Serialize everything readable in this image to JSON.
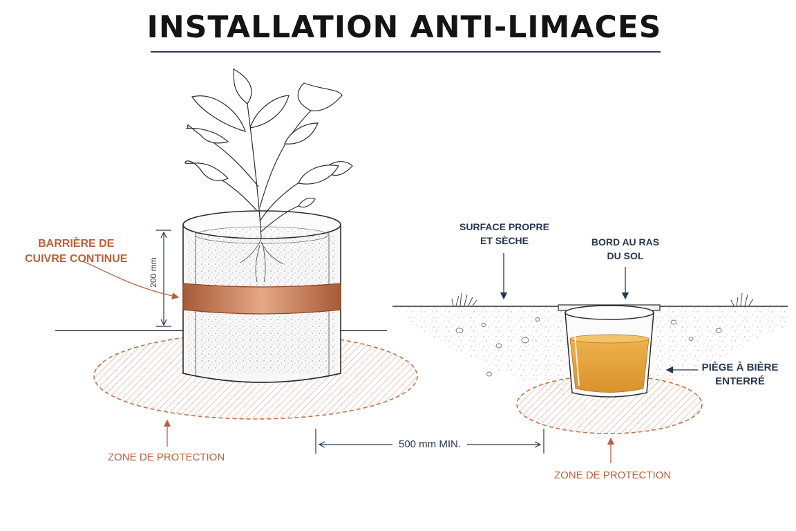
{
  "title": "INSTALLATION ANTI-LIMACES",
  "colors": {
    "copper": "#c0704a",
    "copper_dark": "#a75a36",
    "label_copper": "#b8603a",
    "label_navy": "#26364f",
    "beer": "#e3a23a",
    "line": "#2a2a2a"
  },
  "left": {
    "barrier_label": [
      "BARRIÈRE DE",
      "CUIVRE CONTINUE"
    ],
    "height_label": "200 mm",
    "zone_label": "ZONE DE PROTECTION"
  },
  "right": {
    "surface_label": [
      "SURFACE PROPRE",
      "ET SÈCHE"
    ],
    "rim_label": [
      "BORD AU RAS",
      "DU SOL"
    ],
    "trap_label": [
      "PIÈGE À BIÈRE",
      "ENTERRÉ"
    ],
    "zone_label": "ZONE DE PROTECTION"
  },
  "distance_label": "500 mm MIN.",
  "icons": [
    "plant-icon",
    "grass-tuft-icon",
    "beer-trap-icon"
  ]
}
